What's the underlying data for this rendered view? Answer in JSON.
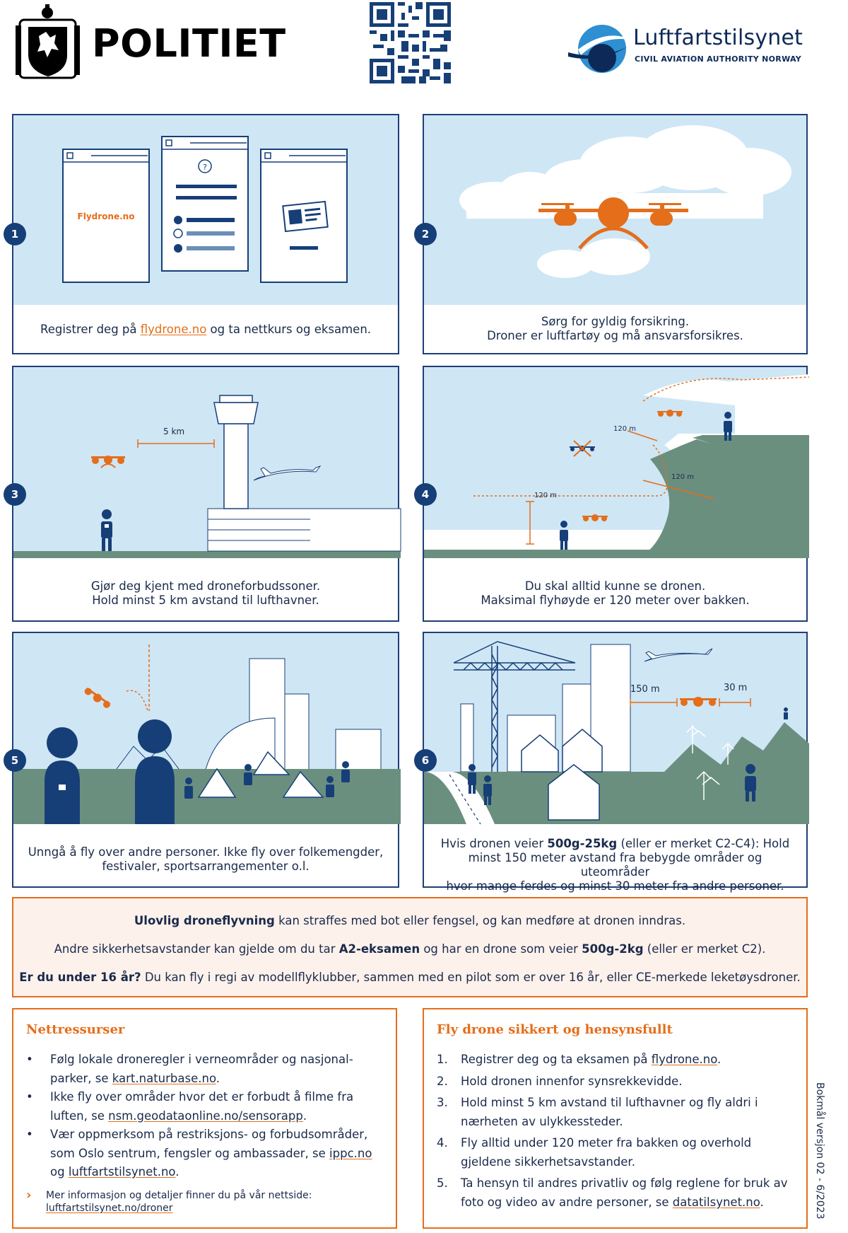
{
  "header": {
    "politiet": "POLITIET",
    "authority_name": "Luftfartstilsynet",
    "authority_sub": "CIVIL AVIATION AUTHORITY NORWAY"
  },
  "panels": [
    {
      "number": "1",
      "scene_label": "Flydrone.no",
      "caption_pre": "Registrer deg på ",
      "caption_link": "flydrone.no",
      "caption_post": " og ta nettkurs og eksamen."
    },
    {
      "number": "2",
      "caption_line1": "Sørg for gyldig forsikring.",
      "caption_line2": "Droner er luftfartøy og må ansvarsforsikres."
    },
    {
      "number": "3",
      "distance_label": "5 km",
      "caption_line1": "Gjør deg kjent med droneforbudssoner.",
      "caption_line2": "Hold minst 5 km avstand til lufthavner."
    },
    {
      "number": "4",
      "height_label_a": "120 m",
      "height_label_b": "120 m",
      "height_label_c": "120 m",
      "caption_line1": "Du skal alltid kunne se dronen.",
      "caption_line2": "Maksimal flyhøyde er 120 meter over bakken."
    },
    {
      "number": "5",
      "caption_line1": "Unngå å fly over andre personer. Ikke fly over folkemengder,",
      "caption_line2": "festivaler, sportsarrangementer o.l."
    },
    {
      "number": "6",
      "distance_150": "150 m",
      "distance_30": "30 m",
      "caption_pre": "Hvis dronen veier ",
      "caption_bold": "500g-25kg",
      "caption_post": " (eller er merket C2-C4): Hold",
      "caption_line2": "minst 150 meter avstand fra bebygde områder og uteområder",
      "caption_line3": "hvor mange ferdes og minst 30 meter fra andre personer."
    }
  ],
  "warning": {
    "line1_bold": "Ulovlig droneflyvning",
    "line1_rest": " kan straffes med bot eller fengsel, og kan medføre at dronen inndras.",
    "line2_pre": "Andre sikkerhetsavstander kan gjelde om du tar ",
    "line2_bold1": "A2-eksamen",
    "line2_mid": " og har en drone som veier ",
    "line2_bold2": "500g-2kg",
    "line2_post": " (eller er merket C2).",
    "line3_bold": "Er du under 16 år?",
    "line3_rest": " Du kan fly i regi av modellflyklubber, sammen med en pilot som er over 16 år, eller CE-merkede leketøysdroner."
  },
  "nettressurser": {
    "title": "Nettressurser",
    "items": [
      {
        "pre": "Følg lokale droneregler i verneområder og nasjonal-parker, se ",
        "link": "kart.naturbase.no",
        "post": "."
      },
      {
        "pre": "Ikke fly over områder hvor det er forbudt å filme fra luften, se ",
        "link": "nsm.geodataonline.no/sensorapp",
        "post": "."
      },
      {
        "pre": "Vær oppmerksom på restriksjons- og forbudsområder, som Oslo sentrum, fengsler og ambassader, se ",
        "link": "ippc.no",
        "mid": " og ",
        "link2": "luftfartstilsynet.no",
        "post": "."
      }
    ],
    "more_text": "Mer informasjon og detaljer finner du på vår nettside:",
    "more_link": "luftfartstilsynet.no/droner"
  },
  "sikkert": {
    "title": "Fly drone sikkert og hensynsfullt",
    "items": [
      {
        "num": "1.",
        "pre": "Registrer deg og ta eksamen på ",
        "link": "flydrone.no",
        "post": "."
      },
      {
        "num": "2.",
        "pre": "Hold dronen innenfor synsrekkevidde."
      },
      {
        "num": "3.",
        "pre": "Hold minst 5 km avstand til lufthavner og fly aldri i nærheten av ulykkessteder."
      },
      {
        "num": "4.",
        "pre": "Fly alltid under 120 meter fra bakken og overhold gjeldene sikkerhetsavstander."
      },
      {
        "num": "5.",
        "pre": "Ta hensyn til andres privatliv og følg reglene for bruk av foto og video av andre personer, se ",
        "link": "datatilsynet.no",
        "post": "."
      }
    ]
  },
  "version": "Bokmål versjon 02 - 6/2023",
  "colors": {
    "navy": "#163f78",
    "orange": "#e46e1a",
    "sky": "#cfe6f5",
    "ground": "#6b8f7f"
  }
}
